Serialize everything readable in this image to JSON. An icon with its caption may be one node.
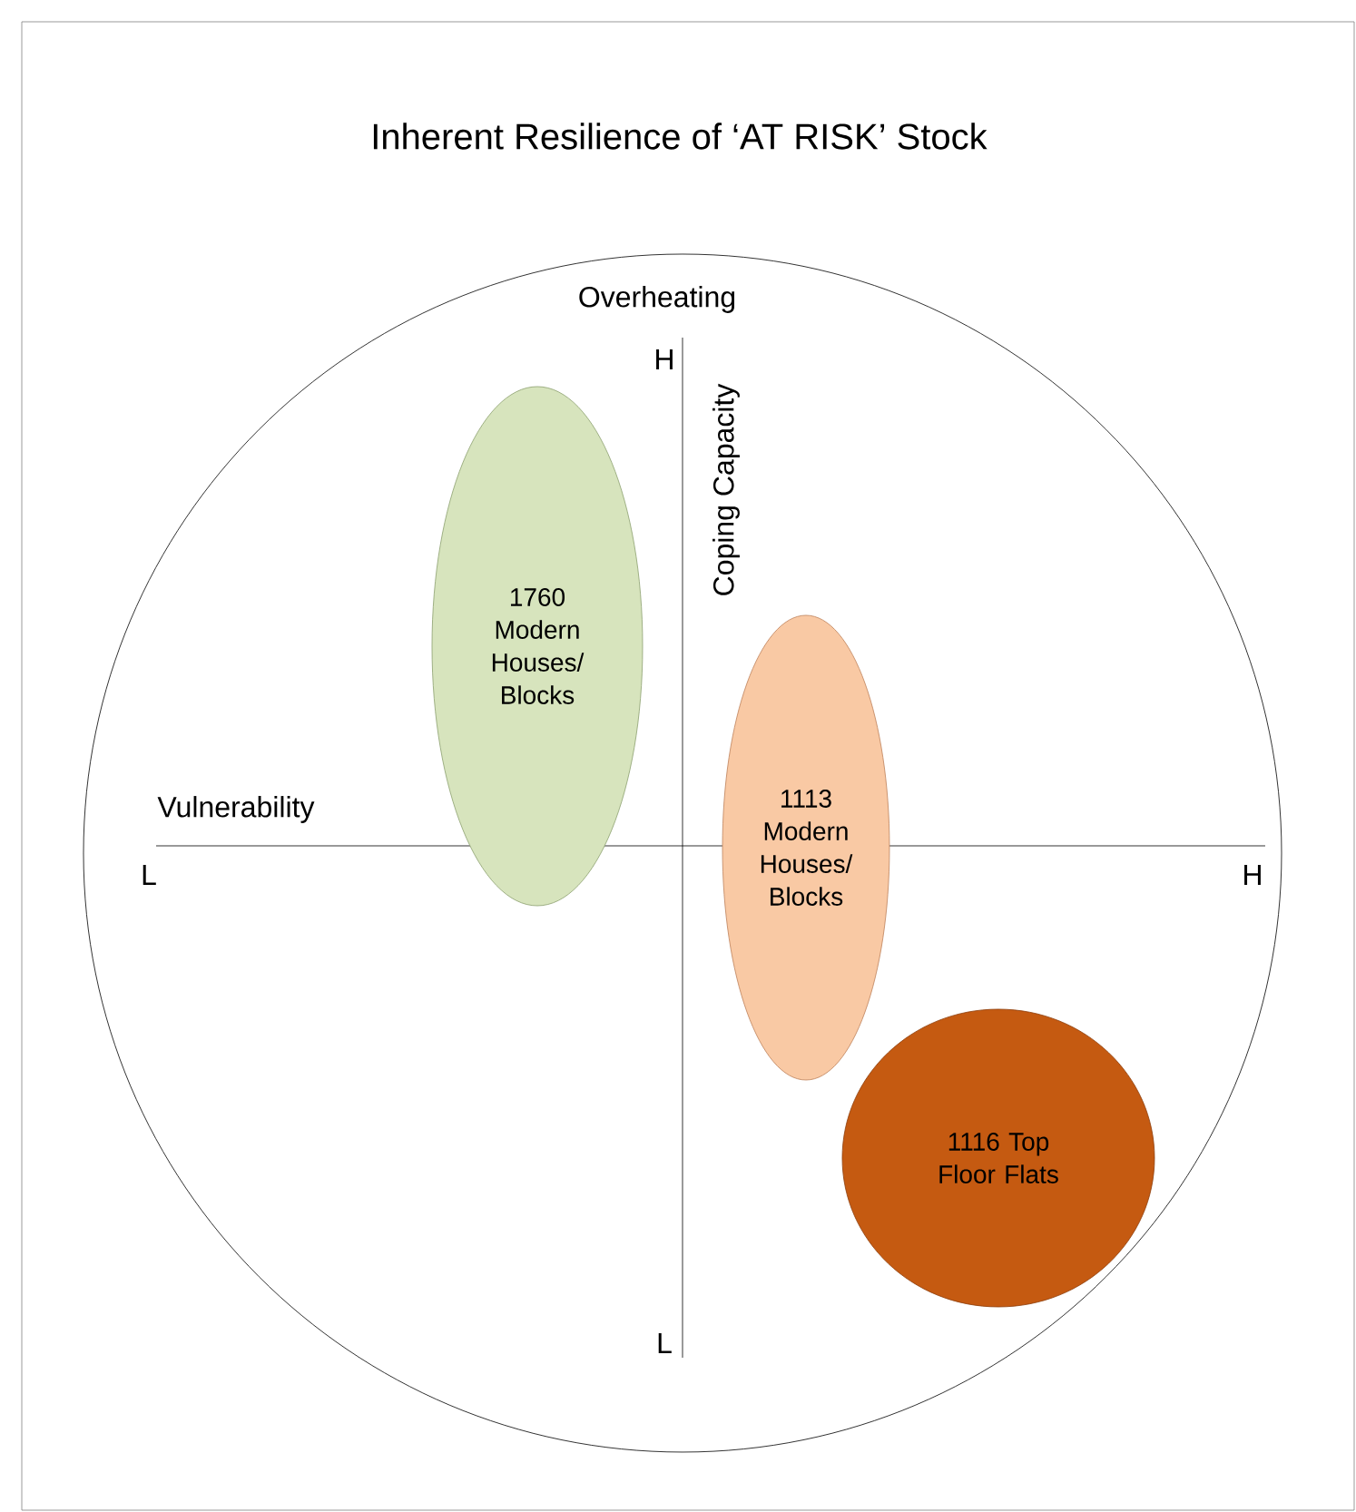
{
  "diagram": {
    "title": "Inherent Resilience of ‘AT RISK’ Stock",
    "nodes": [
      {
        "text": [],
        "shape": "circle"
      },
      {
        "text": [
          "1760 Modern Houses/ Blocks"
        ],
        "in": 0
      },
      {
        "text": [
          "1113 Modern Houses/ Blocks"
        ],
        "in": 0
      },
      {
        "text": [
          "1116 Top Floor Flats"
        ],
        "in": 0
      }
    ],
    "labels": [
      "Overheating",
      "H",
      "Coping Capacity",
      "Vulnerability",
      "L",
      "H",
      "L"
    ]
  }
}
